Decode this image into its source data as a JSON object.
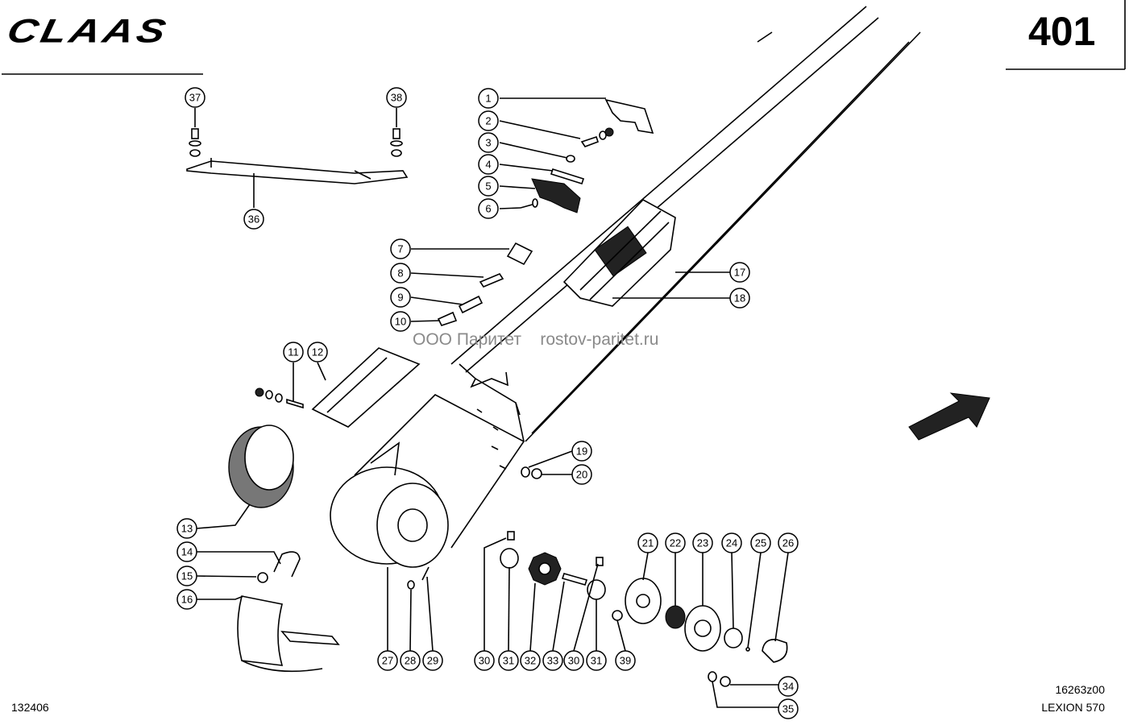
{
  "header": {
    "brand": "CLAAS",
    "page_number": "401"
  },
  "watermark": {
    "company": "ООО Паритет",
    "website": "rostov-paritet.ru"
  },
  "footer": {
    "drawing_code": "132406",
    "sheet_code": "16263z00",
    "model": "LEXION 570"
  },
  "callouts": [
    "1",
    "2",
    "3",
    "4",
    "5",
    "6",
    "7",
    "8",
    "9",
    "10",
    "11",
    "12",
    "13",
    "14",
    "15",
    "16",
    "17",
    "18",
    "19",
    "20",
    "21",
    "22",
    "23",
    "24",
    "25",
    "26",
    "27",
    "28",
    "29",
    "30",
    "31",
    "32",
    "33",
    "30",
    "31",
    "39",
    "34",
    "35",
    "36",
    "37",
    "38"
  ]
}
